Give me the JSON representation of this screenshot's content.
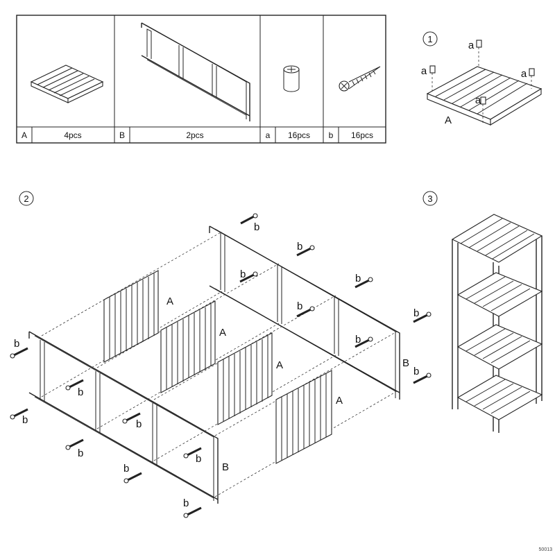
{
  "parts_table": [
    {
      "letter": "A",
      "qty": "4pcs"
    },
    {
      "letter": "B",
      "qty": "2pcs"
    },
    {
      "letter": "a",
      "qty": "16pcs"
    },
    {
      "letter": "b",
      "qty": "16pcs"
    }
  ],
  "steps": {
    "step1": {
      "number": "1",
      "cam_label": "a",
      "panel_label": "A"
    },
    "step2": {
      "number": "2",
      "screw_label": "b",
      "shelf_label": "A",
      "frame_label": "B"
    },
    "step3": {
      "number": "3"
    }
  },
  "footer_code": "50013"
}
